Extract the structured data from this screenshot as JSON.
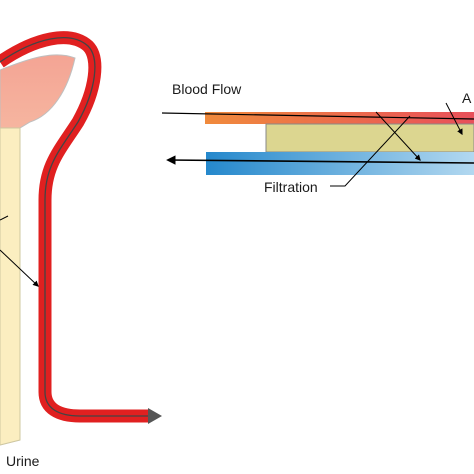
{
  "labels": {
    "blood_flow": "Blood Flow",
    "filtration": "Filtration",
    "urine": "Urine",
    "top_right_partial": "A"
  },
  "colors": {
    "blood_vessel": "#e02020",
    "vessel_core_line": "#444444",
    "tubule_top": "#f2a090",
    "tubule_bottom": "#fbf0c4",
    "arterial_start": "#f08a3c",
    "arterial_end": "#e8505a",
    "filter_block": "#dcd690",
    "venous_start": "#2a8ccf",
    "venous_end": "#a8d2ee",
    "arrow": "#000000"
  }
}
